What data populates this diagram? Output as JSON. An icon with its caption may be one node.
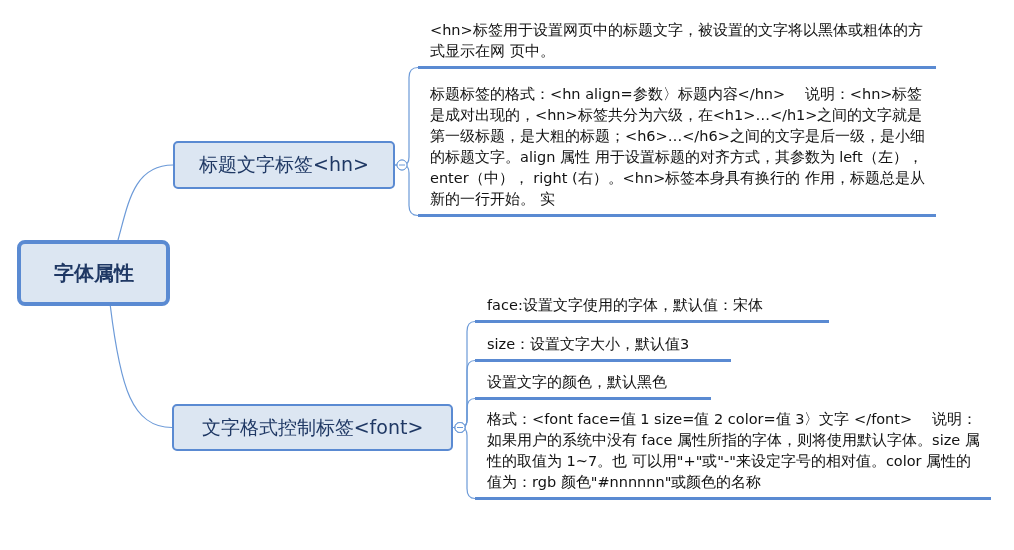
{
  "diagram": {
    "nodes": [
      {
        "text": [
          "字体属性"
        ]
      },
      {
        "text": [
          "标题文字标签<hn>"
        ]
      },
      {
        "text": [
          "文字格式控制标签<font>"
        ]
      },
      {
        "text": [
          "<hn>标签用于设置网页中的标题文字，被设置的文字将以黑体或粗体的方式显示在网 页中。"
        ]
      },
      {
        "text": [
          "标题标签的格式：<hn align=参数〉标题内容</hn>　 说明：<hn>标签是成对出现的，<hn>标签共分为六级，在<h1>…</h1>之间的文字就是第一级标题，是大粗的标题；<h6>…</h6>之间的文字是后一级，是小细的标题文字。align 属性 用于设置标题的对齐方式，其参数为 left（左）， enter（中）， right (右）。<hn>标签本身具有换行的 作用，标题总是从新的一行开始。 实"
        ]
      },
      {
        "text": [
          "face:设置文字使用的字体，默认值：宋体"
        ]
      },
      {
        "text": [
          "size：设置文字大小，默认值3"
        ]
      },
      {
        "text": [
          "设置文字的颜色，默认黑色"
        ]
      },
      {
        "text": [
          "格式：<font face=值 1 size=值 2 color=值 3〉文字 </font>　 说明：如果用户的系统中没有 face 属性所指的字体，则将使用默认字体。size 属性的取值为 1~7。也 可以用\"+\"或\"-\"来设定字号的相对值。color 属性的值为：rgb 颜色\"#nnnnnn\"或颜色的名称"
        ]
      }
    ],
    "edges": [
      {
        "from": 0,
        "to": 1,
        "arrow": "none"
      },
      {
        "from": 0,
        "to": 2,
        "arrow": "none"
      },
      {
        "from": 1,
        "to": 3,
        "arrow": "other"
      },
      {
        "from": 1,
        "to": 4,
        "arrow": "other"
      },
      {
        "from": 2,
        "to": 5,
        "arrow": "other"
      },
      {
        "from": 2,
        "to": 6,
        "arrow": "other"
      },
      {
        "from": 2,
        "to": 7,
        "arrow": "other"
      },
      {
        "from": 2,
        "to": 8,
        "arrow": "other"
      }
    ]
  }
}
